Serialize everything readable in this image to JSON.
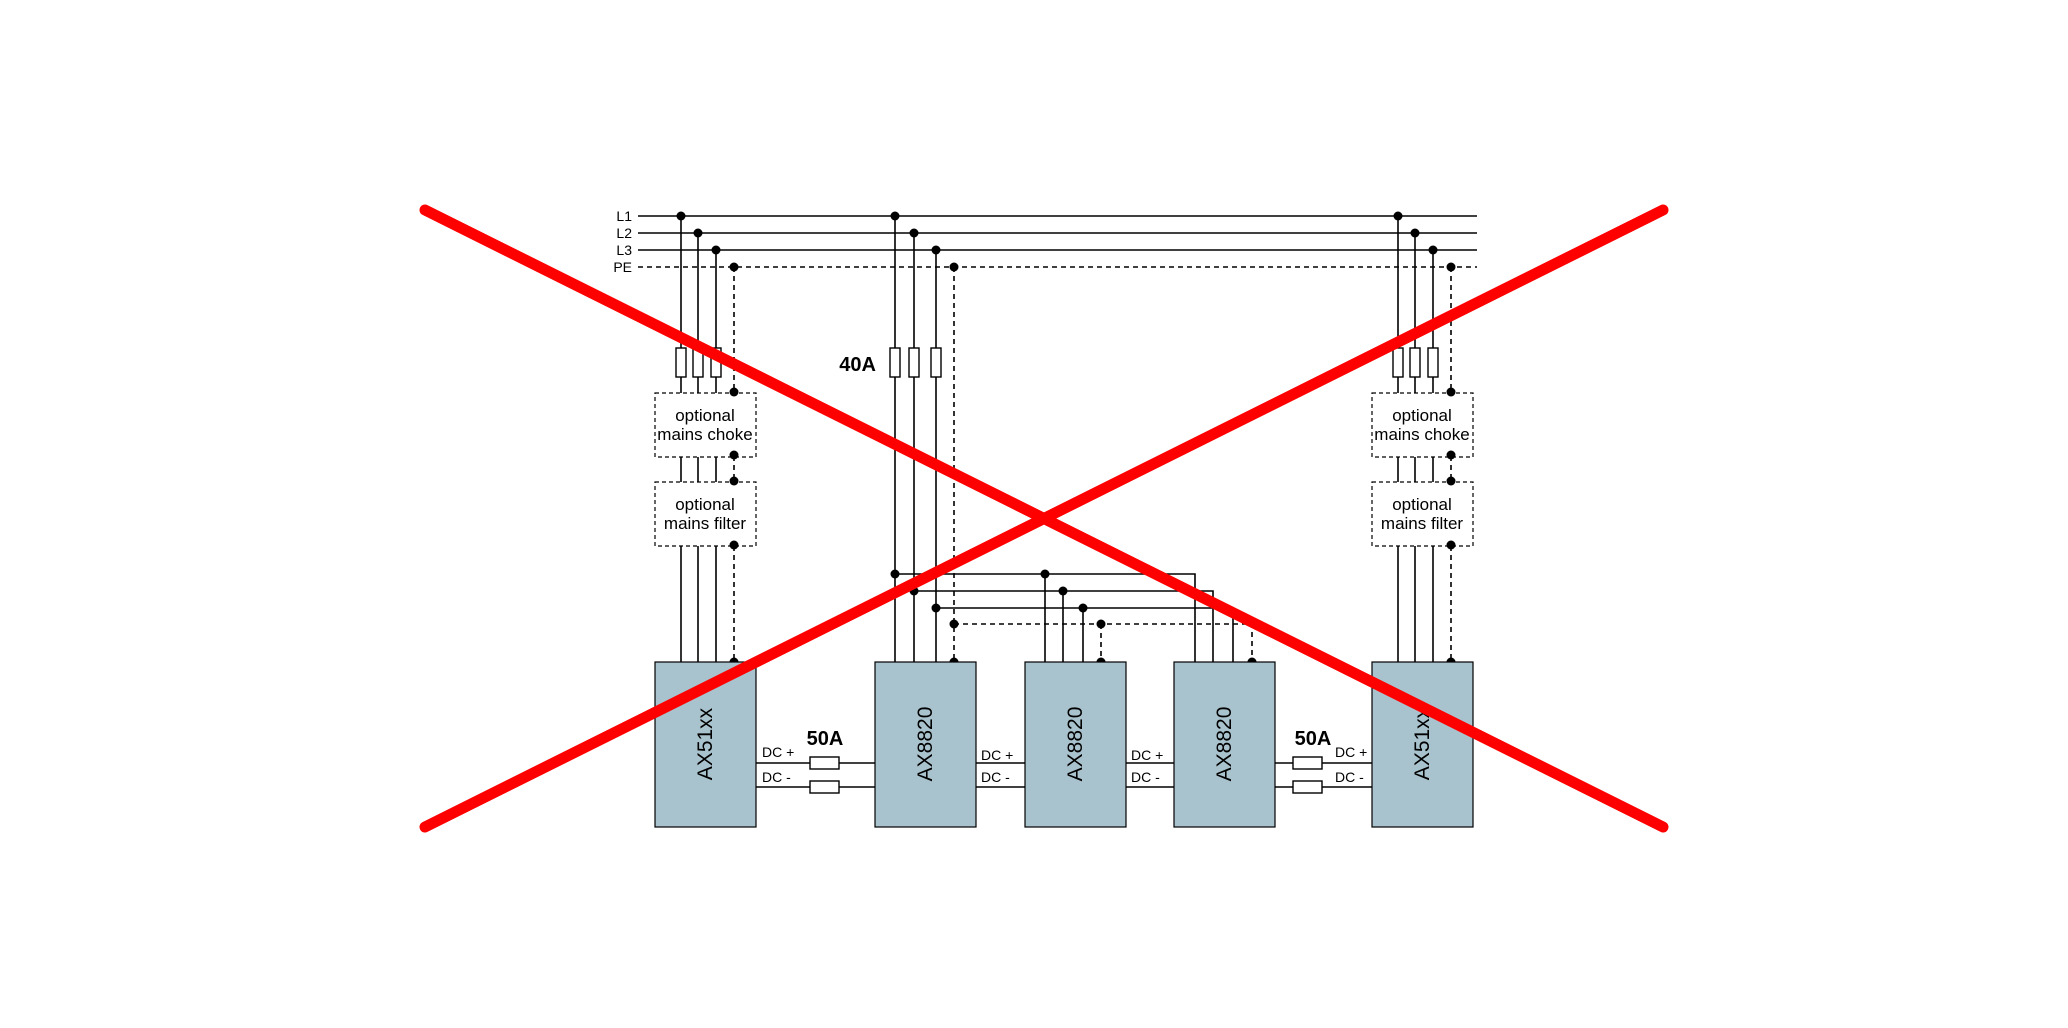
{
  "buses": [
    {
      "label": "L1"
    },
    {
      "label": "L2"
    },
    {
      "label": "L3"
    },
    {
      "label": "PE"
    }
  ],
  "fuses": {
    "left_label": "40A",
    "dc_left": "50A",
    "dc_right": "50A"
  },
  "optional_blocks": {
    "choke_line1": "optional",
    "choke_line2": "mains choke",
    "filter_line1": "optional",
    "filter_line2": "mains filter"
  },
  "modules": [
    {
      "label": "AX51xx"
    },
    {
      "label": "AX8820"
    },
    {
      "label": "AX8820"
    },
    {
      "label": "AX8820"
    },
    {
      "label": "AX51xx"
    }
  ],
  "dc": {
    "plus": "DC +",
    "minus": "DC -"
  },
  "colors": {
    "module_fill": "#a9c3ce",
    "cross": "#ff0000",
    "line": "#000000"
  }
}
